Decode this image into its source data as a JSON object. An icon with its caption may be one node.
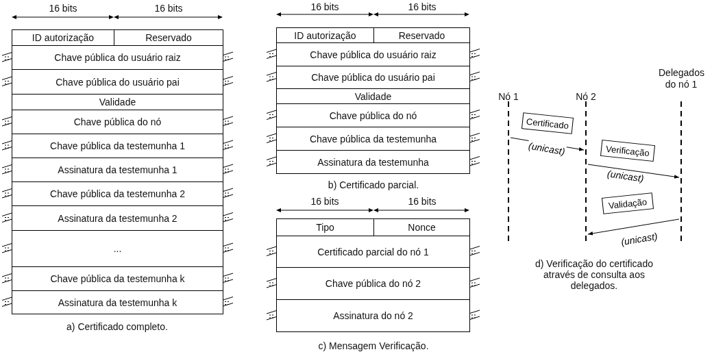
{
  "diagram": {
    "nodes": [
      {
        "text": [
          "ID autorização"
        ]
      },
      {
        "text": [
          "Reservado"
        ]
      },
      {
        "text": [
          "Chave pública do usuário raiz"
        ]
      },
      {
        "text": [
          "Chave pública do usuário pai"
        ]
      },
      {
        "text": [
          "Validade"
        ]
      },
      {
        "text": [
          "Chave pública do nó"
        ]
      },
      {
        "text": [
          "Chave pública da testemunha 1"
        ]
      },
      {
        "text": [
          "Assinatura da testemunha 1"
        ]
      },
      {
        "text": [
          "Chave pública da testemunha 2"
        ]
      },
      {
        "text": [
          "Assinatura da testemunha 2"
        ]
      },
      {
        "text": [
          "..."
        ]
      },
      {
        "text": [
          "Chave pública da testemunha k"
        ]
      },
      {
        "text": [
          "Assinatura da testemunha k"
        ]
      },
      {
        "text": [
          "ID autorização"
        ]
      },
      {
        "text": [
          "Reservado"
        ]
      },
      {
        "text": [
          "Chave pública do usuário raiz"
        ]
      },
      {
        "text": [
          "Chave pública do usuário pai"
        ]
      },
      {
        "text": [
          "Validade"
        ]
      },
      {
        "text": [
          "Chave pública do nó"
        ]
      },
      {
        "text": [
          "Chave pública da testemunha"
        ]
      },
      {
        "text": [
          "Assinatura da testemunha"
        ]
      },
      {
        "text": [
          "Tipo"
        ]
      },
      {
        "text": [
          "Nonce"
        ]
      },
      {
        "text": [
          "Certificado parcial do nó 1"
        ]
      },
      {
        "text": [
          "Chave pública do nó 2"
        ]
      },
      {
        "text": [
          "Assinatura do nó 2"
        ]
      },
      {
        "text": [
          "Nó 1"
        ]
      },
      {
        "text": [
          "Nó 2"
        ]
      },
      {
        "text": [
          "Delegados do nó 1"
        ]
      },
      {
        "text": [
          "Certificado"
        ]
      },
      {
        "text": [
          "Verificação"
        ]
      },
      {
        "text": [
          "Validação"
        ]
      }
    ],
    "edges": [
      {
        "from": 26,
        "to": 27,
        "arrow": "to",
        "label": "(unicast)"
      },
      {
        "from": 27,
        "to": 28,
        "arrow": "to",
        "label": "(unicast)"
      },
      {
        "from": 28,
        "to": 27,
        "arrow": "to",
        "label": "(unicast)"
      }
    ],
    "labels": [
      "16 bits",
      "16 bits",
      "16 bits",
      "16 bits",
      "b) Certificado parcial.",
      "16 bits",
      "16 bits",
      "d) Verificação do certificado através de consulta aos delegados.",
      "a) Certificado completo.",
      "c) Mensagem Verificação."
    ]
  }
}
